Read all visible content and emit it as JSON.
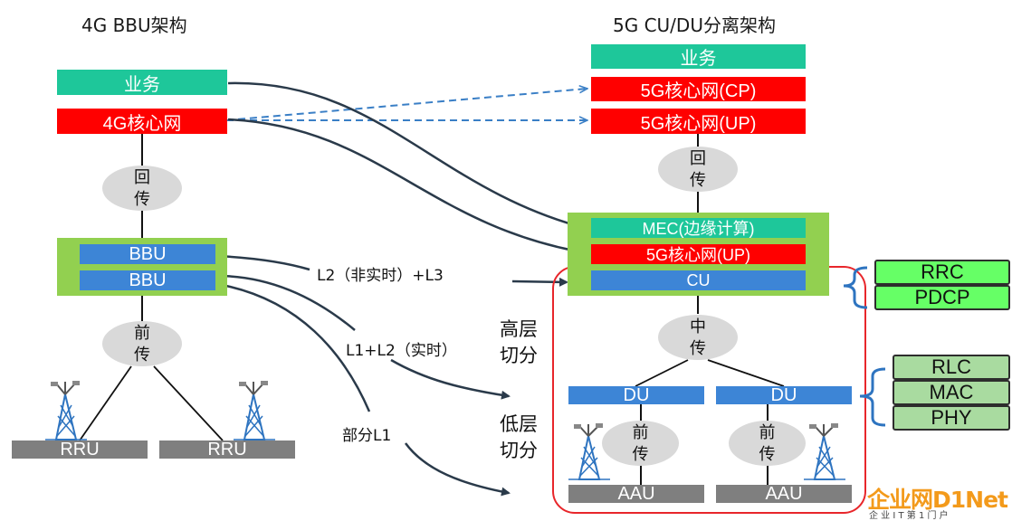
{
  "left": {
    "title": "4G BBU架构",
    "service": "业务",
    "core": "4G核心网",
    "backhaul": [
      "回",
      "传"
    ],
    "bbu": [
      "BBU",
      "BBU"
    ],
    "fronthaul": [
      "前",
      "传"
    ],
    "rru": [
      "RRU",
      "RRU"
    ]
  },
  "right": {
    "title": "5G CU/DU分离架构",
    "service": "业务",
    "core_cp": "5G核心网(CP)",
    "core_up": "5G核心网(UP)",
    "backhaul": [
      "回",
      "传"
    ],
    "mec": "MEC(边缘计算)",
    "core_up_edge": "5G核心网(UP)",
    "cu": "CU",
    "midhaul": [
      "中",
      "传"
    ],
    "du": [
      "DU",
      "DU"
    ],
    "fronthaul": [
      "前",
      "传"
    ],
    "aau": [
      "AAU",
      "AAU"
    ]
  },
  "labels": {
    "l2l3": "L2（非实时）+L3",
    "l1l2": "L1+L2（实时）",
    "partial_l1": "部分L1",
    "high_split": [
      "高层",
      "切分"
    ],
    "low_split": [
      "低层",
      "切分"
    ]
  },
  "protocols": {
    "cu_stack": [
      "RRC",
      "PDCP"
    ],
    "du_stack": [
      "RLC",
      "MAC",
      "PHY"
    ]
  },
  "watermark": {
    "brand": "企业网D1Net",
    "tagline": "企 业 I T 第 1 门 户"
  },
  "colors": {
    "teal": "#1ec79a",
    "red": "#ff0000",
    "blue": "#3d85d6",
    "green": "#92d050",
    "gray": "#7f7f7f",
    "protocol_green": "#66ff66",
    "protocol_sage": "#a9dba0",
    "split_border": "#e8262b",
    "arrow": "#2a3a4a",
    "dashed": "#3a7fc6"
  }
}
